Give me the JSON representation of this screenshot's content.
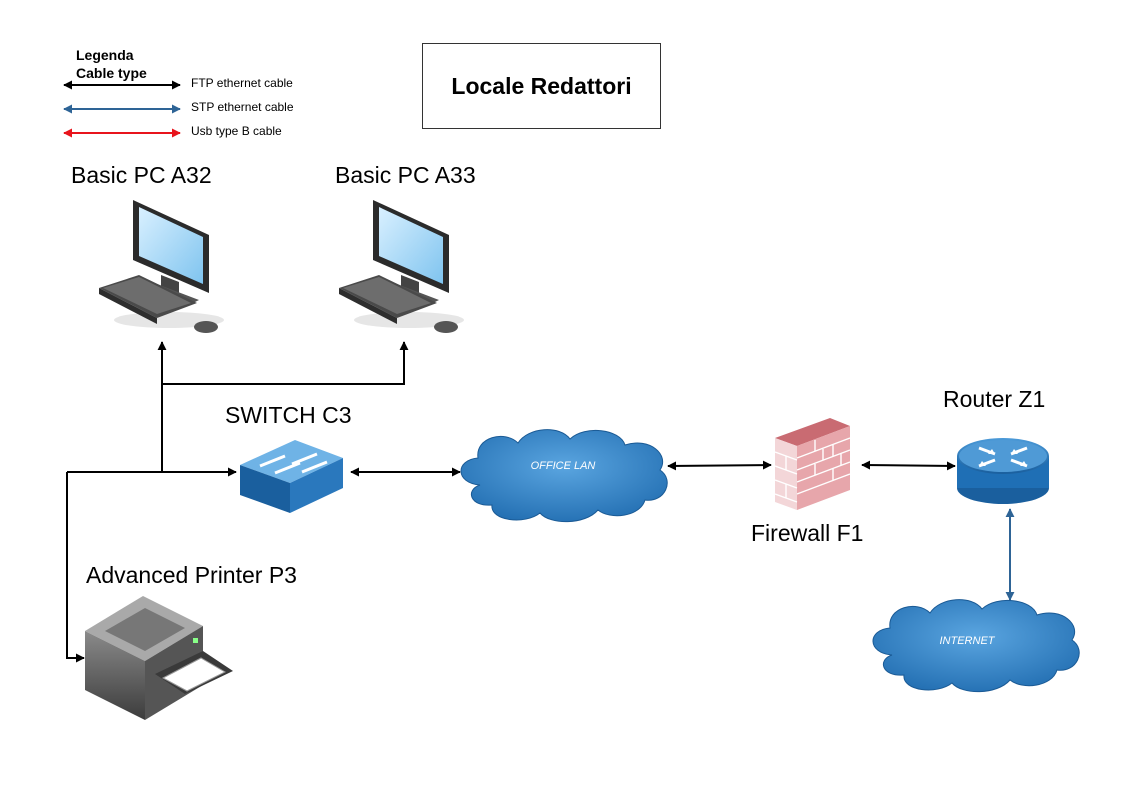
{
  "title": "Locale Redattori",
  "legend": {
    "title_line1": "Legenda",
    "title_line2": "Cable type",
    "items": [
      {
        "label": "FTP ethernet cable",
        "color": "#000000"
      },
      {
        "label": "STP ethernet cable",
        "color": "#2e6496"
      },
      {
        "label": "Usb type B cable",
        "color": "#e8141c"
      }
    ]
  },
  "nodes": {
    "pc_a32": {
      "label": "Basic PC A32",
      "icon": "desktop-computer-icon"
    },
    "pc_a33": {
      "label": "Basic PC A33",
      "icon": "desktop-computer-icon"
    },
    "switch_c3": {
      "label": "SWITCH C3",
      "icon": "network-switch-icon"
    },
    "office_lan": {
      "label": "OFFICE LAN",
      "icon": "cloud-icon"
    },
    "firewall_f1": {
      "label": "Firewall F1",
      "icon": "firewall-icon"
    },
    "router_z1": {
      "label": "Router Z1",
      "icon": "router-icon"
    },
    "internet": {
      "label": "INTERNET",
      "icon": "cloud-icon"
    },
    "printer_p3": {
      "label": "Advanced Printer P3",
      "icon": "printer-icon"
    }
  },
  "colors": {
    "cloud": "#2f7fc1",
    "switch": "#1f6fb5",
    "router": "#1f6fb5",
    "firewall": "#d98a8f",
    "stp": "#2e6496"
  }
}
